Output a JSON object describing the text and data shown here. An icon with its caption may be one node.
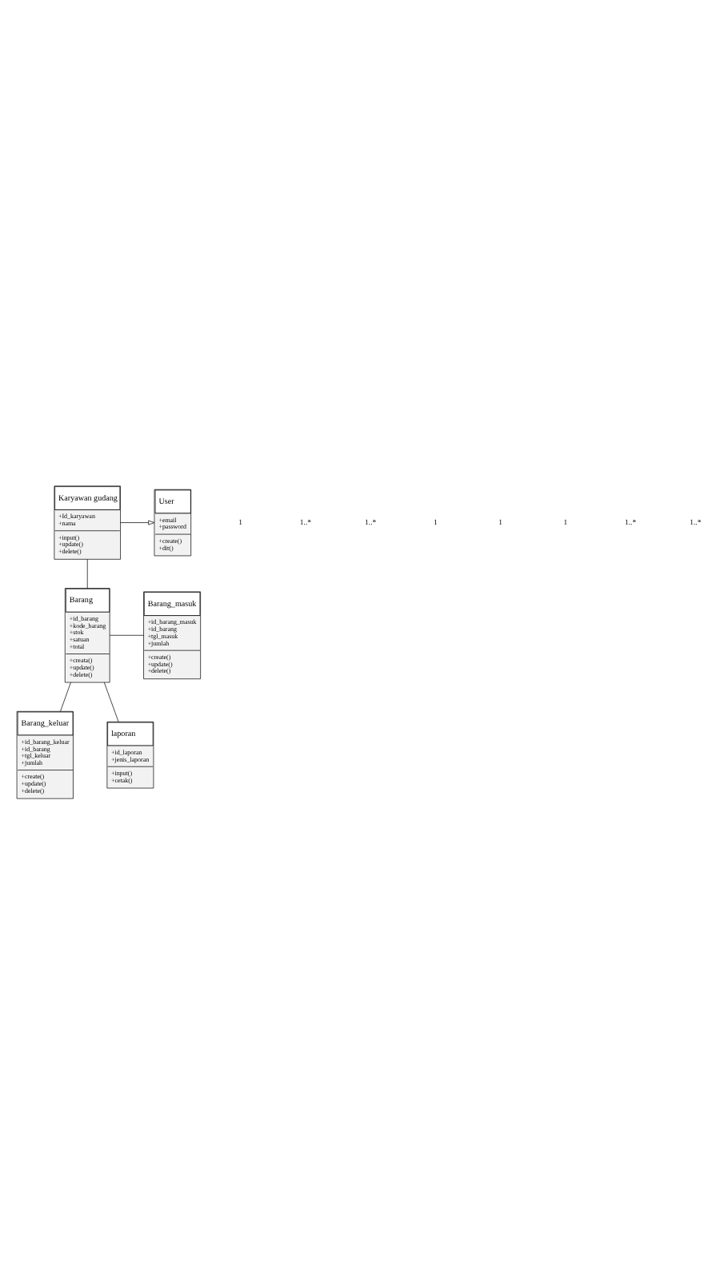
{
  "diagram": {
    "nodes": [
      {
        "text": [
          "Karyawan gudang",
          "+Id_karyawan +nama",
          "+input() +update() +delete()"
        ]
      },
      {
        "text": [
          "User",
          "+email +password",
          "+create() +dit()"
        ]
      },
      {
        "text": [
          "Barang_masuk",
          "+id_barang_masuk +id_barang +tgl_masuk +jumlah",
          "+create() +update() +delete()"
        ]
      },
      {
        "text": [
          "Barang",
          "+id_barang +kode_barang +stok +satuan +total",
          "+creata() +update() +delete()"
        ]
      },
      {
        "text": [
          "Barang_keluar",
          "+id_barang_keluar +id_barang +tgl_keluar +jumlah",
          "+create() +update() +delete()"
        ]
      },
      {
        "text": [
          "laporan",
          "+id_laporan +jenis_laporan",
          "+input() +cetak()"
        ]
      }
    ],
    "edges": [
      {
        "from": 0,
        "to": 1,
        "arrow": "to"
      },
      {
        "from": 0,
        "to": 3,
        "arrow": "none"
      },
      {
        "from": 3,
        "to": 2,
        "arrow": "none"
      },
      {
        "from": 3,
        "to": 4,
        "arrow": "none"
      },
      {
        "from": 3,
        "to": 5,
        "arrow": "none"
      }
    ],
    "labels": [
      "1",
      "1..*",
      "1..*",
      "1",
      "1",
      "1",
      "1..*",
      "1..*"
    ]
  }
}
